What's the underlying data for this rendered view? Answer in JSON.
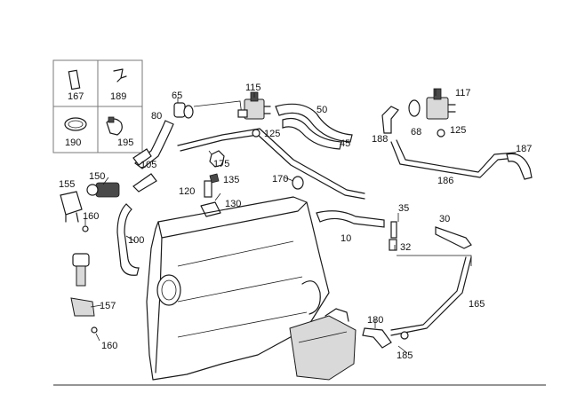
{
  "labels": {
    "p167": "167",
    "p189": "189",
    "p190": "190",
    "p195": "195",
    "p65": "65",
    "p115": "115",
    "p117": "117",
    "p80": "80",
    "p50": "50",
    "p45": "45",
    "p125a": "125",
    "p125b": "125",
    "p188": "188",
    "p68": "68",
    "p187": "187",
    "p105": "105",
    "p175": "175",
    "p150": "150",
    "p155": "155",
    "p135": "135",
    "p120": "120",
    "p130": "130",
    "p170": "170",
    "p186": "186",
    "p35": "35",
    "p30": "30",
    "p160a": "160",
    "p10": "10",
    "p32": "32",
    "p100": "100",
    "p157": "157",
    "p165": "165",
    "p180": "180",
    "p185": "185",
    "p160b": "160"
  },
  "colors": {
    "line": "#1a1a1a",
    "shade": "#d9d9d9",
    "inset_border": "#7a7a7a"
  }
}
